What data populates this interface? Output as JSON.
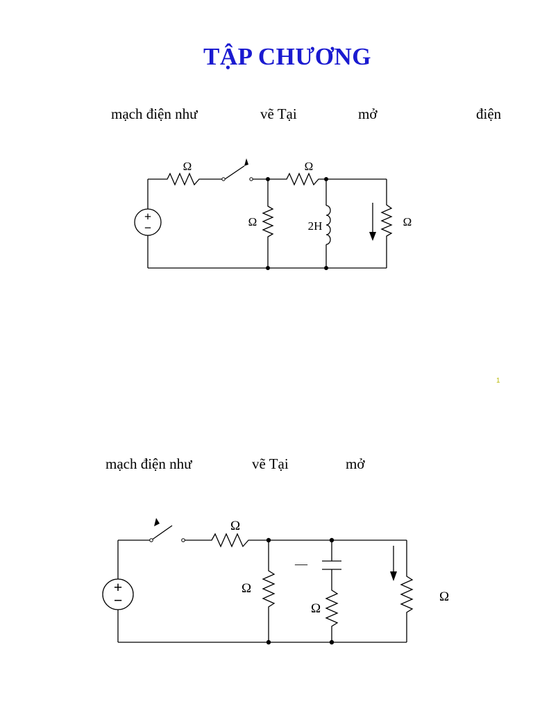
{
  "title": "TẬP CHƯƠNG",
  "problem1": {
    "words": [
      "mạch điện như",
      "vẽ  Tại",
      "mở",
      "điện"
    ],
    "circuit": {
      "r1_label": "Ω",
      "r2_label": "Ω",
      "r3_label": "Ω",
      "inductor_label": "2H",
      "r4_label": "Ω",
      "source_plus": "+",
      "source_minus": "−"
    }
  },
  "page_number": "1",
  "problem2": {
    "words": [
      "mạch điện như",
      "vẽ  Tại",
      "mở"
    ],
    "circuit": {
      "r1_label": "Ω",
      "r2_label": "Ω",
      "cap_value_mark": "—",
      "r3_label": "Ω",
      "r4_label": "Ω",
      "source_plus": "+",
      "source_minus": "−"
    }
  }
}
